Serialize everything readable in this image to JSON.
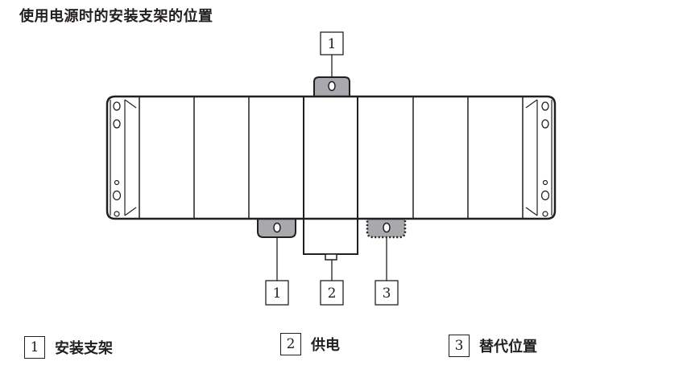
{
  "title": "使用电源时的安装支架的位置",
  "callouts": {
    "top": "1",
    "bottom_left": "1",
    "bottom_middle": "2",
    "bottom_right": "3"
  },
  "legend": [
    {
      "number": "1",
      "label": "安装支架"
    },
    {
      "number": "2",
      "label": "供电"
    },
    {
      "number": "3",
      "label": "替代位置"
    }
  ],
  "colors": {
    "stroke": "#231f20",
    "bracket_fill": "#a7a9ac",
    "background": "#ffffff"
  }
}
